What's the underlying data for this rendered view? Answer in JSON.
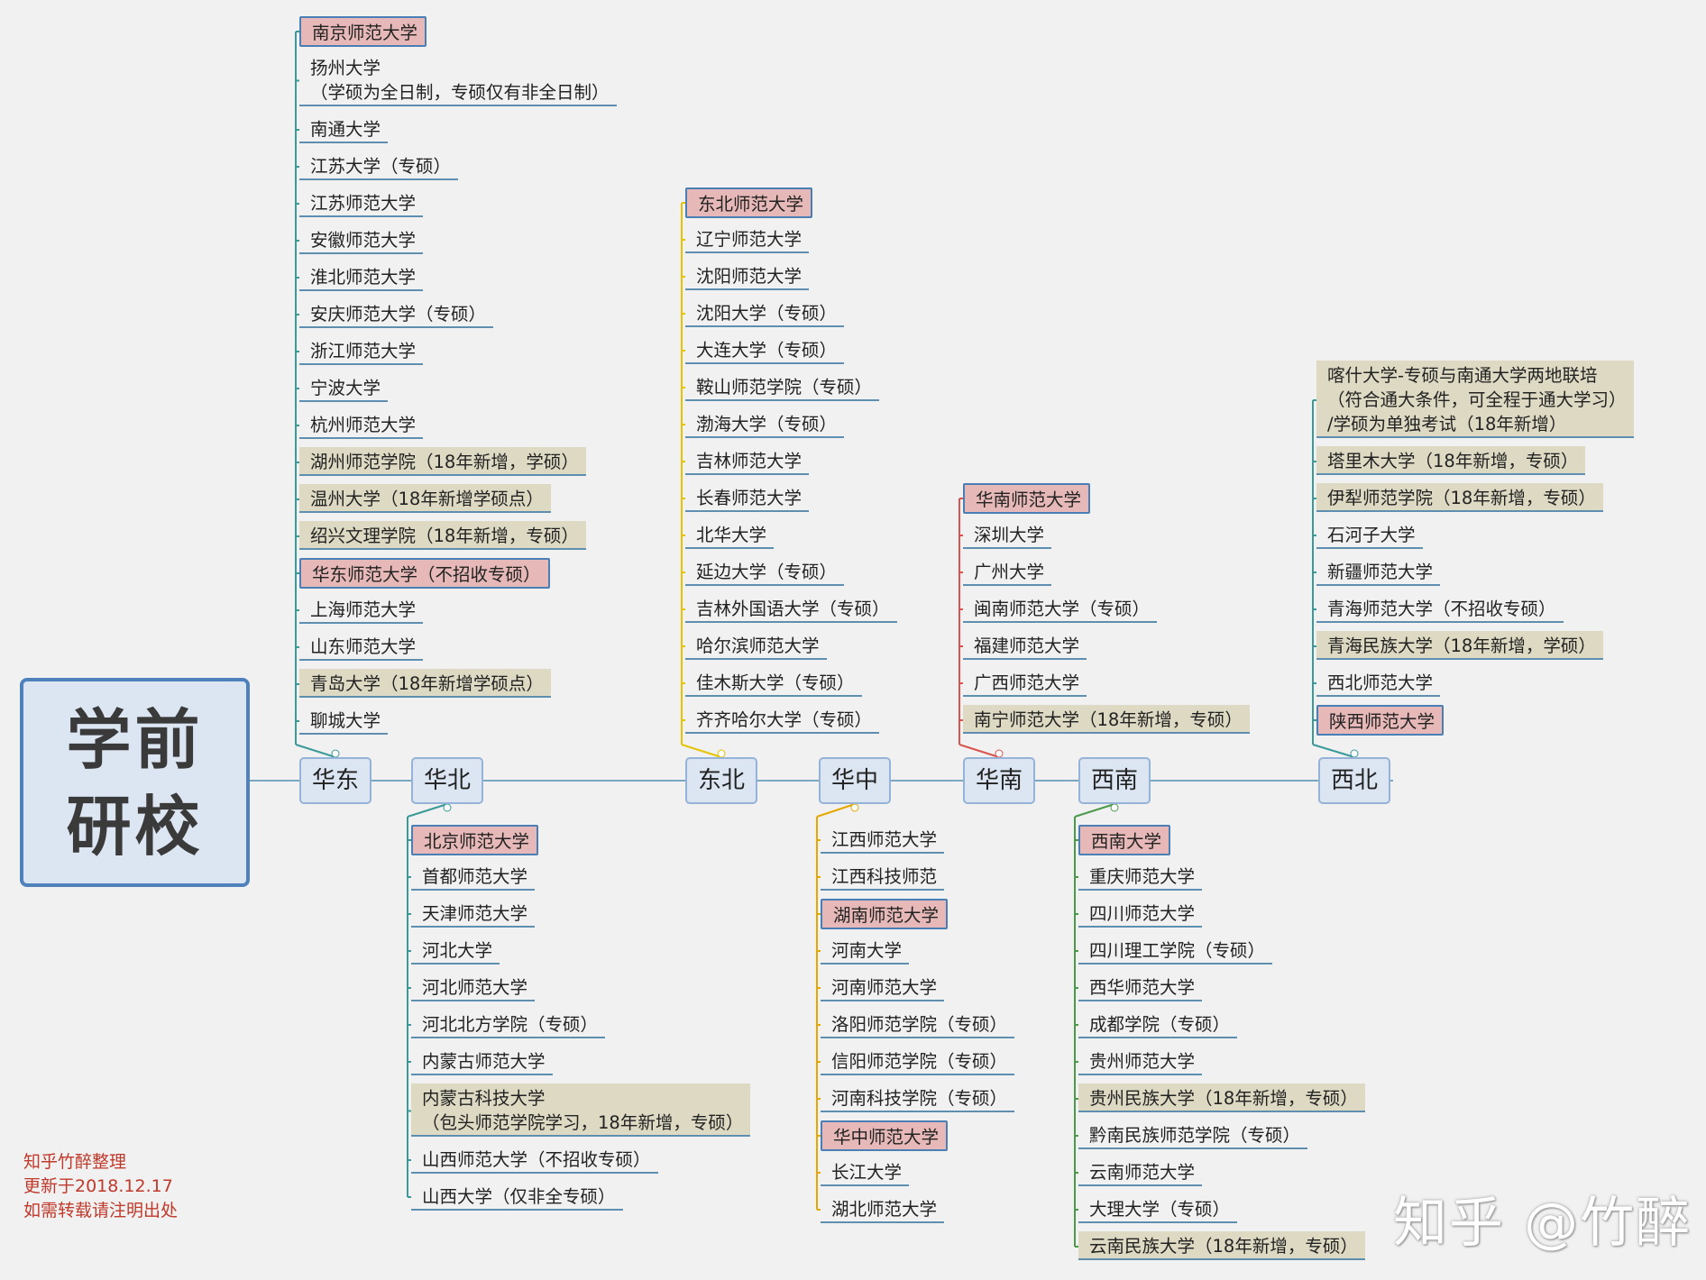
{
  "root": {
    "line1": "学前",
    "line2": "研校"
  },
  "credits": [
    "知乎竹醉整理",
    "更新于2018.12.17",
    "如需转载请注明出处"
  ],
  "watermark": "知乎 @竹醉",
  "colors": {
    "华东": "#3a9a9a",
    "华北": "#3a9a9a",
    "东北": "#e6c300",
    "华中": "#e6a800",
    "华南": "#d9534f",
    "西南": "#4a9a4a",
    "西北": "#3a9a9a"
  },
  "regions": [
    {
      "name": "华东",
      "items": [
        {
          "text": "南京师范大学",
          "style": "pink"
        },
        {
          "text": "扬州大学\n（学硕为全日制，专硕仅有非全日制）",
          "style": "plain"
        },
        {
          "text": "南通大学",
          "style": "plain"
        },
        {
          "text": "江苏大学（专硕）",
          "style": "plain"
        },
        {
          "text": "江苏师范大学",
          "style": "plain"
        },
        {
          "text": "安徽师范大学",
          "style": "plain"
        },
        {
          "text": "淮北师范大学",
          "style": "plain"
        },
        {
          "text": "安庆师范大学（专硕）",
          "style": "plain"
        },
        {
          "text": "浙江师范大学",
          "style": "plain"
        },
        {
          "text": "宁波大学",
          "style": "plain"
        },
        {
          "text": "杭州师范大学",
          "style": "plain"
        },
        {
          "text": "湖州师范学院（18年新增，学硕）",
          "style": "beige"
        },
        {
          "text": "温州大学（18年新增学硕点）",
          "style": "beige"
        },
        {
          "text": "绍兴文理学院（18年新增，专硕）",
          "style": "beige"
        },
        {
          "text": "华东师范大学（不招收专硕）",
          "style": "pink"
        },
        {
          "text": "上海师范大学",
          "style": "plain"
        },
        {
          "text": "山东师范大学",
          "style": "plain"
        },
        {
          "text": "青岛大学（18年新增学硕点）",
          "style": "beige"
        },
        {
          "text": "聊城大学",
          "style": "plain"
        }
      ]
    },
    {
      "name": "华北",
      "items": [
        {
          "text": "北京师范大学",
          "style": "pink"
        },
        {
          "text": "首都师范大学",
          "style": "plain"
        },
        {
          "text": "天津师范大学",
          "style": "plain"
        },
        {
          "text": "河北大学",
          "style": "plain"
        },
        {
          "text": "河北师范大学",
          "style": "plain"
        },
        {
          "text": "河北北方学院（专硕）",
          "style": "plain"
        },
        {
          "text": "内蒙古师范大学",
          "style": "plain"
        },
        {
          "text": "内蒙古科技大学\n（包头师范学院学习，18年新增，专硕）",
          "style": "beige"
        },
        {
          "text": "山西师范大学（不招收专硕）",
          "style": "plain"
        },
        {
          "text": "山西大学（仅非全专硕）",
          "style": "plain"
        }
      ]
    },
    {
      "name": "东北",
      "items": [
        {
          "text": "东北师范大学",
          "style": "pink"
        },
        {
          "text": "辽宁师范大学",
          "style": "plain"
        },
        {
          "text": "沈阳师范大学",
          "style": "plain"
        },
        {
          "text": "沈阳大学（专硕）",
          "style": "plain"
        },
        {
          "text": "大连大学（专硕）",
          "style": "plain"
        },
        {
          "text": "鞍山师范学院（专硕）",
          "style": "plain"
        },
        {
          "text": "渤海大学（专硕）",
          "style": "plain"
        },
        {
          "text": "吉林师范大学",
          "style": "plain"
        },
        {
          "text": "长春师范大学",
          "style": "plain"
        },
        {
          "text": "北华大学",
          "style": "plain"
        },
        {
          "text": "延边大学（专硕）",
          "style": "plain"
        },
        {
          "text": "吉林外国语大学（专硕）",
          "style": "plain"
        },
        {
          "text": "哈尔滨师范大学",
          "style": "plain"
        },
        {
          "text": "佳木斯大学（专硕）",
          "style": "plain"
        },
        {
          "text": "齐齐哈尔大学（专硕）",
          "style": "plain"
        }
      ]
    },
    {
      "name": "华中",
      "items": [
        {
          "text": "江西师范大学",
          "style": "plain"
        },
        {
          "text": "江西科技师范",
          "style": "plain"
        },
        {
          "text": "湖南师范大学",
          "style": "pink"
        },
        {
          "text": "河南大学",
          "style": "plain"
        },
        {
          "text": "河南师范大学",
          "style": "plain"
        },
        {
          "text": "洛阳师范学院（专硕）",
          "style": "plain"
        },
        {
          "text": "信阳师范学院（专硕）",
          "style": "plain"
        },
        {
          "text": "河南科技学院（专硕）",
          "style": "plain"
        },
        {
          "text": "华中师范大学",
          "style": "pink"
        },
        {
          "text": "长江大学",
          "style": "plain"
        },
        {
          "text": "湖北师范大学",
          "style": "plain"
        }
      ]
    },
    {
      "name": "华南",
      "items": [
        {
          "text": "华南师范大学",
          "style": "pink"
        },
        {
          "text": "深圳大学",
          "style": "plain"
        },
        {
          "text": "广州大学",
          "style": "plain"
        },
        {
          "text": "闽南师范大学（专硕）",
          "style": "plain"
        },
        {
          "text": "福建师范大学",
          "style": "plain"
        },
        {
          "text": "广西师范大学",
          "style": "plain"
        },
        {
          "text": "南宁师范大学（18年新增，专硕）",
          "style": "beige"
        }
      ]
    },
    {
      "name": "西南",
      "items": [
        {
          "text": "西南大学",
          "style": "pink"
        },
        {
          "text": "重庆师范大学",
          "style": "plain"
        },
        {
          "text": "四川师范大学",
          "style": "plain"
        },
        {
          "text": "四川理工学院（专硕）",
          "style": "plain"
        },
        {
          "text": "西华师范大学",
          "style": "plain"
        },
        {
          "text": "成都学院（专硕）",
          "style": "plain"
        },
        {
          "text": "贵州师范大学",
          "style": "plain"
        },
        {
          "text": "贵州民族大学（18年新增，专硕）",
          "style": "beige"
        },
        {
          "text": "黔南民族师范学院（专硕）",
          "style": "plain"
        },
        {
          "text": "云南师范大学",
          "style": "plain"
        },
        {
          "text": "大理大学（专硕）",
          "style": "plain"
        },
        {
          "text": "云南民族大学（18年新增，专硕）",
          "style": "beige"
        }
      ]
    },
    {
      "name": "西北",
      "items": [
        {
          "text": "喀什大学-专硕与南通大学两地联培\n（符合通大条件，可全程于通大学习）\n/学硕为单独考试（18年新增）",
          "style": "beige"
        },
        {
          "text": "塔里木大学（18年新增，专硕）",
          "style": "beige"
        },
        {
          "text": "伊犁师范学院（18年新增，专硕）",
          "style": "beige"
        },
        {
          "text": "石河子大学",
          "style": "plain"
        },
        {
          "text": "新疆师范大学",
          "style": "plain"
        },
        {
          "text": "青海师范大学（不招收专硕）",
          "style": "plain"
        },
        {
          "text": "青海民族大学（18年新增，学硕）",
          "style": "beige"
        },
        {
          "text": "西北师范大学",
          "style": "plain"
        },
        {
          "text": "陕西师范大学",
          "style": "pink"
        }
      ]
    }
  ]
}
